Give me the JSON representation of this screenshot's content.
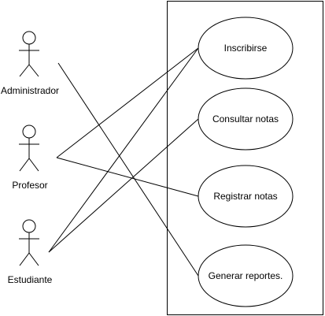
{
  "actors": [
    {
      "id": "admin",
      "label": "Administrador"
    },
    {
      "id": "prof",
      "label": "Profesor"
    },
    {
      "id": "est",
      "label": "Estudiante"
    }
  ],
  "use_cases": [
    {
      "id": "inscribirse",
      "label": "Inscribirse"
    },
    {
      "id": "consultar",
      "label": "Consultar notas"
    },
    {
      "id": "registrar",
      "label": "Registrar notas"
    },
    {
      "id": "reportes",
      "label": "Generar reportes."
    }
  ],
  "associations": [
    {
      "from": "admin",
      "to": "reportes"
    },
    {
      "from": "prof",
      "to": "inscribirse"
    },
    {
      "from": "prof",
      "to": "registrar"
    },
    {
      "from": "est",
      "to": "inscribirse"
    },
    {
      "from": "est",
      "to": "consultar"
    }
  ],
  "colors": {
    "line": "#000000",
    "background": "#ffffff"
  }
}
